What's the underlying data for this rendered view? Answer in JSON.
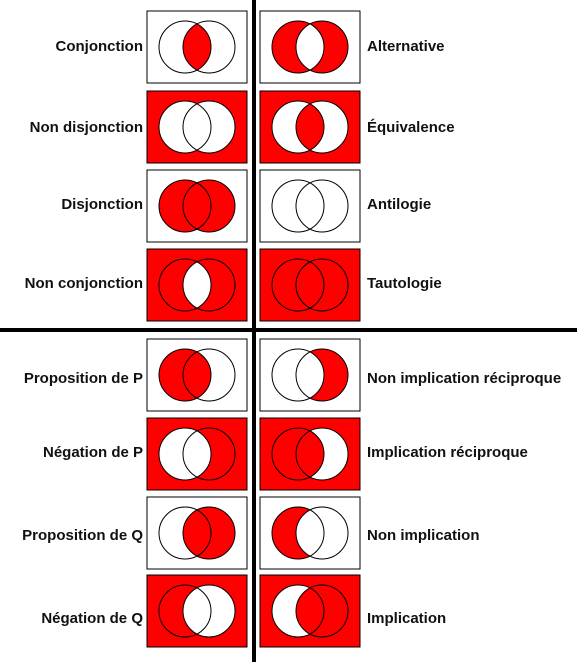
{
  "colors": {
    "fill": "#ff0000",
    "empty": "#ffffff",
    "stroke": "#000000",
    "divider": "#000000"
  },
  "diagrams": [
    {
      "label": "Conjonction",
      "regions": [
        0,
        0,
        1,
        0
      ]
    },
    {
      "label": "Alternative",
      "regions": [
        0,
        1,
        0,
        1
      ]
    },
    {
      "label": "Non disjonction",
      "regions": [
        1,
        0,
        0,
        0
      ]
    },
    {
      "label": "Équivalence",
      "regions": [
        1,
        0,
        1,
        0
      ]
    },
    {
      "label": "Disjonction",
      "regions": [
        0,
        1,
        1,
        1
      ]
    },
    {
      "label": "Antilogie",
      "regions": [
        0,
        0,
        0,
        0
      ]
    },
    {
      "label": "Non conjonction",
      "regions": [
        1,
        1,
        0,
        1
      ]
    },
    {
      "label": "Tautologie",
      "regions": [
        1,
        1,
        1,
        1
      ]
    },
    {
      "label": "Proposition de P",
      "regions": [
        0,
        1,
        1,
        0
      ]
    },
    {
      "label": "Non implication réciproque",
      "regions": [
        0,
        0,
        0,
        1
      ]
    },
    {
      "label": "Négation de P",
      "regions": [
        1,
        0,
        0,
        1
      ]
    },
    {
      "label": "Implication réciproque",
      "regions": [
        1,
        1,
        1,
        0
      ]
    },
    {
      "label": "Proposition de Q",
      "regions": [
        0,
        0,
        1,
        1
      ]
    },
    {
      "label": "Non implication",
      "regions": [
        0,
        1,
        0,
        0
      ]
    },
    {
      "label": "Négation de Q",
      "regions": [
        1,
        1,
        0,
        0
      ]
    },
    {
      "label": "Implication",
      "regions": [
        1,
        0,
        1,
        1
      ]
    }
  ]
}
